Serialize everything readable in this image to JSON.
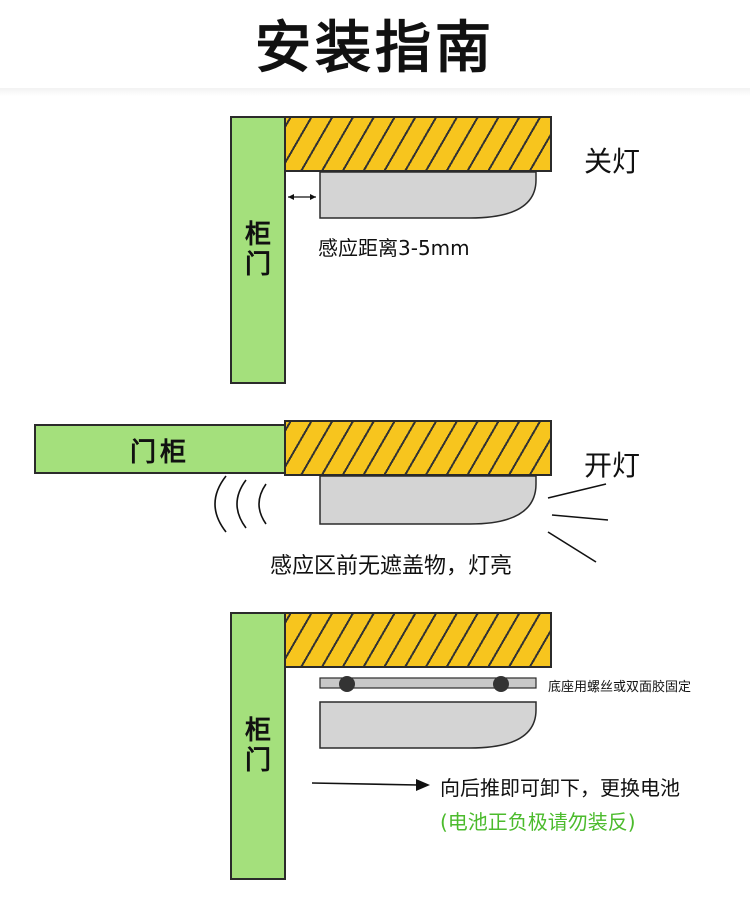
{
  "title": "安装指南",
  "panel_off": {
    "door_label": "柜门",
    "state_label": "关灯",
    "distance_label": "感应距离3-5mm"
  },
  "panel_on": {
    "door_label": "门柜",
    "state_label": "开灯",
    "note": "感应区前无遮盖物，灯亮"
  },
  "panel_install": {
    "door_label": "柜门",
    "mount_note": "底座用螺丝或双面胶固定",
    "push_note": "向后推即可卸下，更换电池",
    "warning": "(电池正负极请勿装反)"
  },
  "colors": {
    "door_green": "#a4e07c",
    "shelf_yellow": "#f7c51e",
    "lamp_gray": "#d4d4d4",
    "warning_green": "#4cbb2d"
  }
}
